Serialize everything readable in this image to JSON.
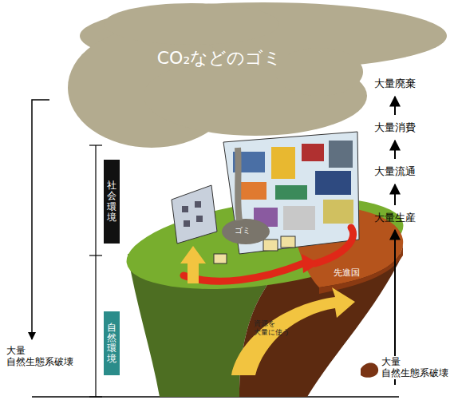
{
  "diagram": {
    "nodes": [
      {
        "text": [
          "CO₂などのゴミ"
        ]
      },
      {
        "text": [
          "社会環境"
        ]
      },
      {
        "text": [
          "自然環境"
        ]
      },
      {
        "text": [
          "大量廃棄"
        ]
      },
      {
        "text": [
          "大量消費"
        ]
      },
      {
        "text": [
          "大量流通"
        ]
      },
      {
        "text": [
          "大量生産"
        ]
      }
    ],
    "edges": [
      {
        "from": 6,
        "to": 5,
        "arrow": "to"
      },
      {
        "from": 5,
        "to": 4,
        "arrow": "to"
      },
      {
        "from": 4,
        "to": 3,
        "arrow": "to"
      }
    ],
    "labels": [
      "大量 自然生態系破壊",
      "大量 自然生態系破壊",
      "ゴミ",
      "先進国",
      "資源を 大量に使う"
    ]
  }
}
